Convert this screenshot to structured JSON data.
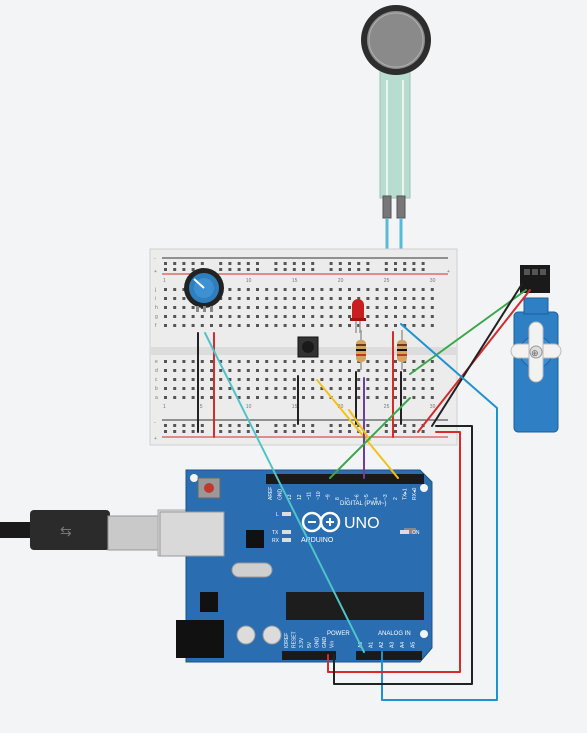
{
  "board": {
    "brand": "ARDUINO",
    "model": "UNO",
    "digital_header": "DIGITAL (PWM~)",
    "power_header": "POWER",
    "analog_header": "ANALOG IN",
    "on_label": "ON",
    "tx_label": "TX",
    "rx_label": "RX",
    "l_label": "L",
    "digital_pins": [
      "AREF",
      "GND",
      "13",
      "12",
      "~11",
      "~10",
      "~9",
      "8",
      "7",
      "~6",
      "~5",
      "4",
      "~3",
      "2",
      "TX▸1",
      "RX◂0"
    ],
    "power_pins": [
      "IOREF",
      "RESET",
      "3.3V",
      "5V",
      "GND",
      "GND",
      "Vin"
    ],
    "analog_pins": [
      "A0",
      "A1",
      "A2",
      "A3",
      "A4",
      "A5"
    ]
  },
  "breadboard": {
    "row_letters_top": [
      "j",
      "i",
      "h",
      "g",
      "f"
    ],
    "row_letters_bottom": [
      "e",
      "d",
      "c",
      "b",
      "a"
    ],
    "column_numbers": [
      "1",
      "5",
      "10",
      "15",
      "20",
      "25",
      "30"
    ],
    "rail_plus": "+",
    "rail_minus": "-"
  },
  "colors": {
    "board_blue": "#2a6db0",
    "wire_red": "#d62b2b",
    "wire_black": "#222222",
    "wire_blue": "#1f93d1",
    "wire_cyan": "#4fc3c9",
    "wire_green": "#3aa84a",
    "wire_yellow": "#f2c21b",
    "wire_purple": "#6a3fa0",
    "servo_blue": "#2f7fc4"
  }
}
